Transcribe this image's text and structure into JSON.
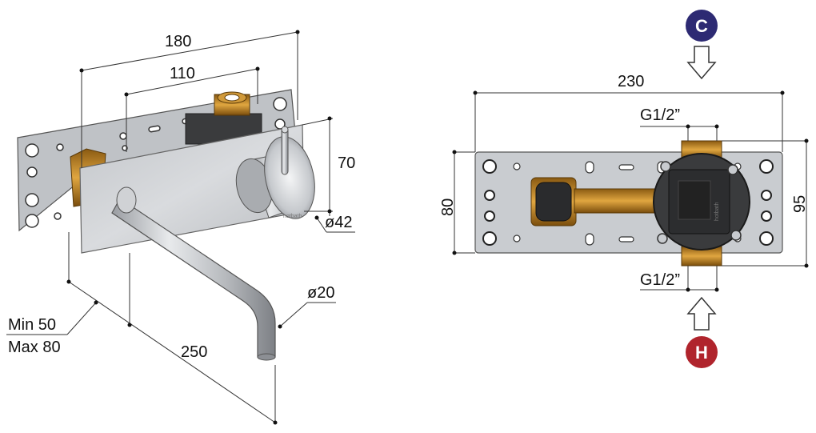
{
  "left_view": {
    "dim_width_total": "180",
    "dim_width_inner": "110",
    "dim_plate_height": "70",
    "dim_handle_diameter": "ø42",
    "dim_spout_diameter": "ø20",
    "dim_spout_length": "250",
    "dim_min": "Min 50",
    "dim_max": "Max 80"
  },
  "right_view": {
    "dim_width": "230",
    "dim_height": "80",
    "dim_height_outer": "95",
    "dim_thread_top": "G1/2”",
    "dim_thread_bottom": "G1/2”",
    "brand_mark": "hotbath",
    "cold_badge": "C",
    "hot_badge": "H",
    "cold_color": "#2d2a73",
    "hot_color": "#b0242c"
  }
}
